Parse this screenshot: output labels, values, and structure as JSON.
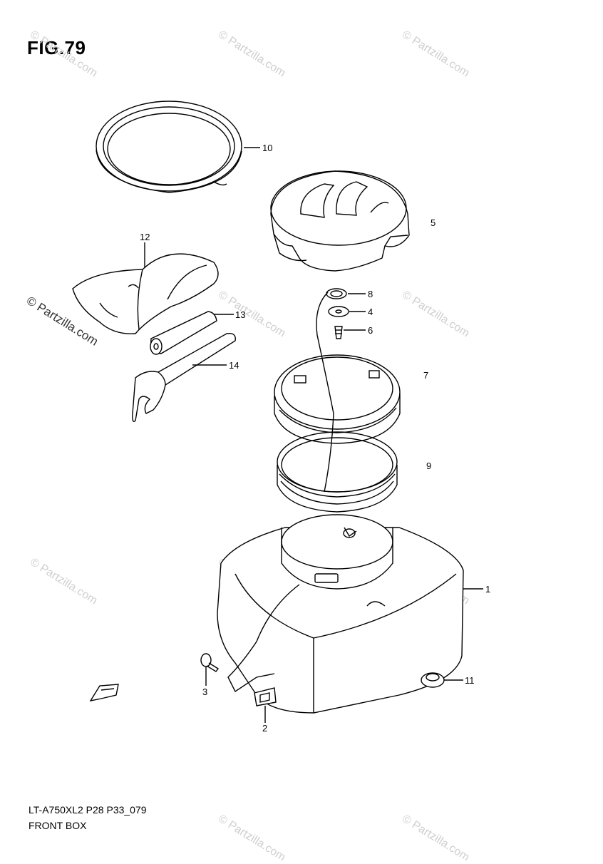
{
  "figure": {
    "title": "FIG.79",
    "model_code": "LT-A750XL2 P28 P33_079",
    "caption": "FRONT BOX"
  },
  "watermark": {
    "text": "© Partzilla.com"
  },
  "callouts": {
    "c1": "1",
    "c2": "2",
    "c3": "3",
    "c4": "4",
    "c5": "5",
    "c6": "6",
    "c7": "7",
    "c8": "8",
    "c9": "9",
    "c10": "10",
    "c11": "11",
    "c12": "12",
    "c13": "13",
    "c14": "14"
  },
  "colors": {
    "line": "#000000",
    "background": "#ffffff",
    "watermark": "#cfcfcf"
  }
}
